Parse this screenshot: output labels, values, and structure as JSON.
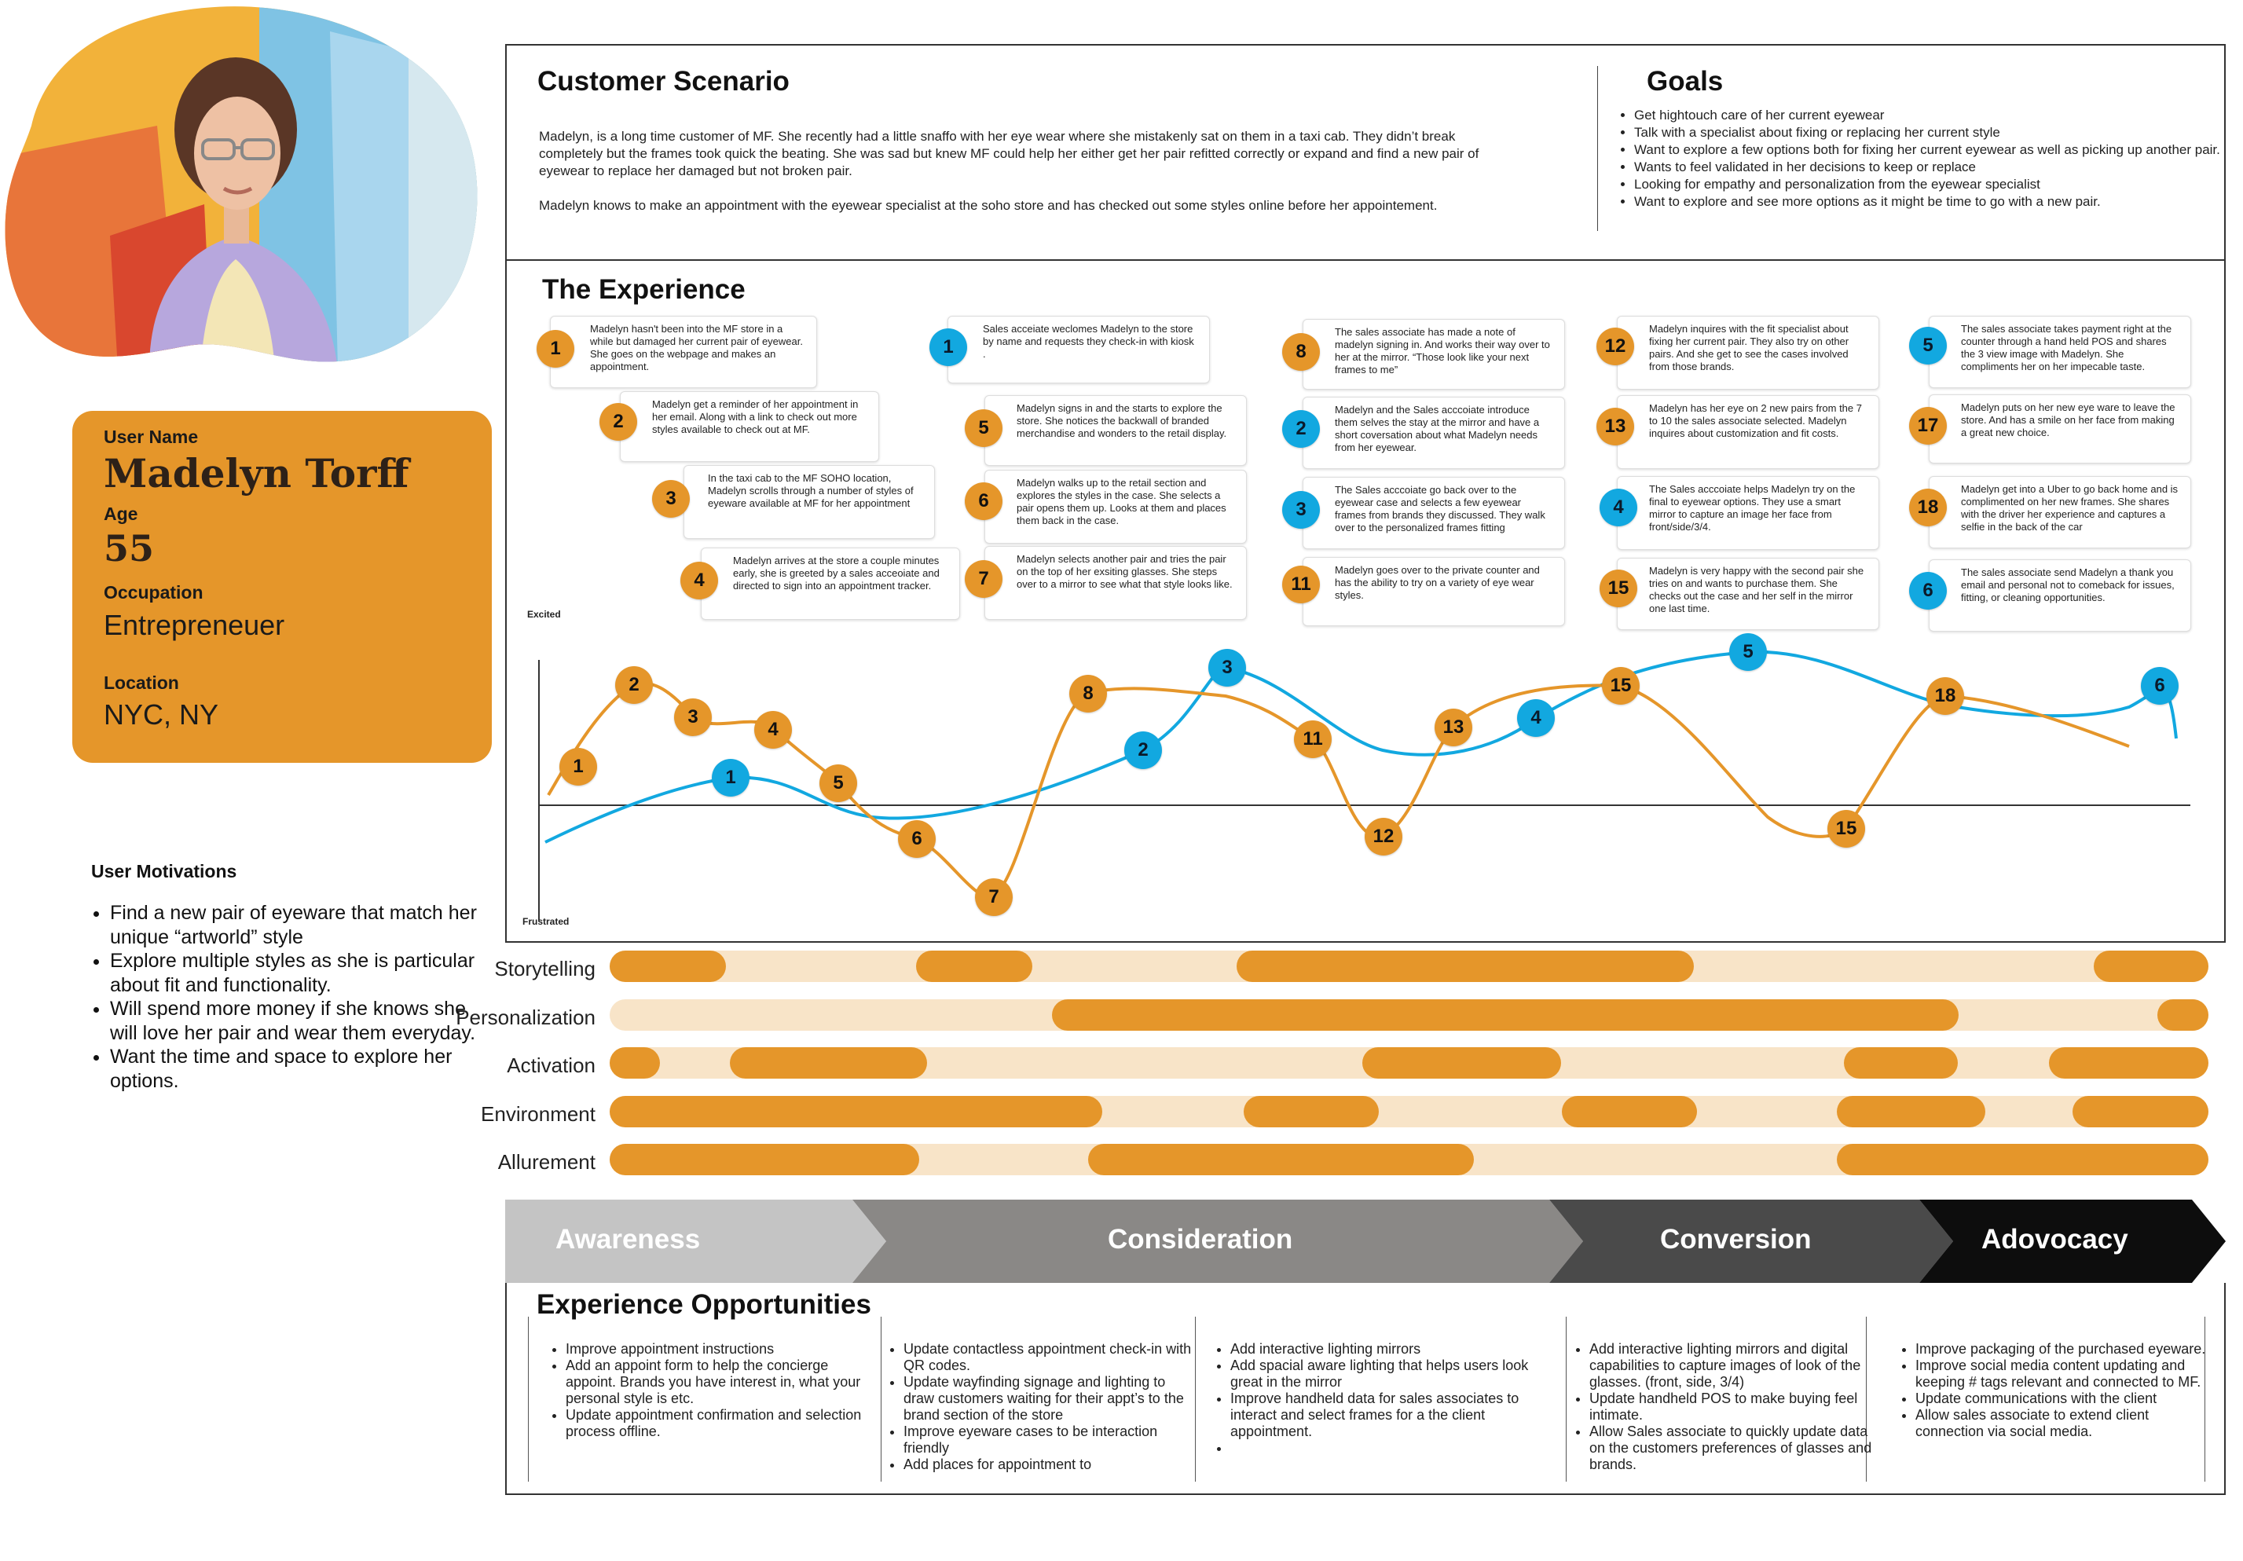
{
  "persona": {
    "name_label": "User Name",
    "name": "Madelyn Torff",
    "age_label": "Age",
    "age": "55",
    "occupation_label": "Occupation",
    "occupation": "Entrepreneuer",
    "location_label": "Location",
    "location": "NYC, NY"
  },
  "motivations": {
    "title": "User Motivations",
    "items": [
      "Find a new pair of eyeware that match her unique “artworld” style",
      "Explore multiple styles as she is particular about fit and functionality.",
      "Will spend more money if she knows she will love her pair and wear them everyday.",
      "Want the time and space to explore her options."
    ]
  },
  "scenario": {
    "title": "Customer Scenario",
    "p1": "Madelyn, is a long time customer of MF. She recently had a little snaffo with her eye wear where she mistakenly sat on them in a taxi cab. They didn’t break completely but the frames took quick the beating. She was sad but knew MF could help her either get her pair refitted correctly or expand and find a new pair of eyewear to replace her damaged but not broken pair.",
    "p2": "Madelyn knows to make an appointment with the eyewear specialist at the soho store and has checked out some styles online before her appointement."
  },
  "goals": {
    "title": "Goals",
    "items": [
      "Get hightouch care of her current eyewear",
      "Talk with a specialist about fixing or replacing her current style",
      "Want to explore a few options both for fixing her current eyewear as well as picking up another pair.",
      "Wants to feel validated in her decisions to keep or replace",
      "Looking for empathy and personalization from the eyewear specialist",
      "Want to explore and see more options as it might be time to go with a new pair."
    ]
  },
  "experience": {
    "title": "The Experience",
    "excited_label": "Excited",
    "frustrated_label": "Frustrated",
    "notes": [
      {
        "num": "1",
        "color": "orange",
        "text": "Madelyn hasn't been into the MF store in a while but damaged her current pair of eyewear. She goes on the webpage and makes an appointment."
      },
      {
        "num": "2",
        "color": "orange",
        "text": "Madelyn get a reminder of her appointment in her email.  Along with a link to check out more styles available to check out at MF."
      },
      {
        "num": "3",
        "color": "orange",
        "text": "In the taxi cab to the MF SOHO location, Madelyn scrolls through a number of styles of eyeware available at MF for her appointment"
      },
      {
        "num": "4",
        "color": "orange",
        "text": "Madelyn arrives at the store a couple minutes early, she is greeted by a sales acceoiate and directed to sign into an appointment tracker."
      },
      {
        "num": "1",
        "color": "blue",
        "text": "Sales acceiate weclomes Madelyn to the store by name and requests they check-in with kiosk ."
      },
      {
        "num": "5",
        "color": "orange",
        "text": "Madelyn signs in and the starts to explore the store. She notices the backwall of branded merchandise and wonders to the retail display."
      },
      {
        "num": "6",
        "color": "orange",
        "text": "Madelyn walks up to the retail section and explores the styles in the case. She selects a pair opens them up. Looks at them and places them back in the case."
      },
      {
        "num": "7",
        "color": "orange",
        "text": "Madelyn selects another pair and tries the pair on the top of her exsiting glasses. She steps over to a mirror to see what that style looks like."
      },
      {
        "num": "8",
        "color": "orange",
        "text": "The sales associate has made a note of madelyn signing in. And works their way over to her at the mirror. “Those look like your next frames to me”"
      },
      {
        "num": "2",
        "color": "blue",
        "text": "Madelyn and the Sales acccoiate introduce them selves the stay at the mirror and have a short coversation about what Madelyn needs from her eyewear."
      },
      {
        "num": "3",
        "color": "blue",
        "text": "The Sales acccoiate go back over to the eyewear case and selects a few eyewear frames from brands they discussed. They walk over to the personalized frames fitting"
      },
      {
        "num": "11",
        "color": "orange",
        "text": "Madelyn goes over to the private counter and has the ability to try on a variety of eye wear styles."
      },
      {
        "num": "12",
        "color": "orange",
        "text": "Madelyn inquires with the fit specialist about fixing her current pair. They also try on other pairs. And she get to see the cases involved from those brands."
      },
      {
        "num": "13",
        "color": "orange",
        "text": "Madelyn has her eye on 2 new pairs from the 7 to 10 the sales associate selected. Madelyn inquires about customization and fit costs."
      },
      {
        "num": "4",
        "color": "blue",
        "text": "The Sales acccoiate helps Madelyn try on the final to eyewear options. They use a smart mirror to capture an image her face from front/side/3/4."
      },
      {
        "num": "15",
        "color": "orange",
        "text": "Madelyn is very happy with the second pair she tries on and wants to purchase them. She checks out the case and her self in the mirror one last time."
      },
      {
        "num": "5",
        "color": "blue",
        "text": "The sales associate takes payment right at the counter through a hand held POS and shares the 3 view image with Madelyn. She compliments her on her impecable taste."
      },
      {
        "num": "17",
        "color": "orange",
        "text": "Madelyn puts on her new eye ware to leave the store. And has a smile on her face from making a great new choice."
      },
      {
        "num": "18",
        "color": "orange",
        "text": "Madelyn get into a Uber to go back home and is complimented on her new frames. She shares with the driver her experience and captures a selfie in the back of the car"
      },
      {
        "num": "6",
        "color": "blue",
        "text": "The sales associate send Madelyn a thank you email and personal not to comeback for issues, fitting, or cleaning opportunities."
      }
    ],
    "curve_points": [
      {
        "series": "customer",
        "num": "1"
      },
      {
        "series": "customer",
        "num": "2"
      },
      {
        "series": "customer",
        "num": "3"
      },
      {
        "series": "customer",
        "num": "4"
      },
      {
        "series": "customer",
        "num": "5"
      },
      {
        "series": "customer",
        "num": "6"
      },
      {
        "series": "customer",
        "num": "7"
      },
      {
        "series": "customer",
        "num": "8"
      },
      {
        "series": "customer",
        "num": "11"
      },
      {
        "series": "customer",
        "num": "12"
      },
      {
        "series": "customer",
        "num": "13"
      },
      {
        "series": "customer",
        "num": "15"
      },
      {
        "series": "customer",
        "num": "15"
      },
      {
        "series": "customer",
        "num": "18"
      },
      {
        "series": "associate",
        "num": "1"
      },
      {
        "series": "associate",
        "num": "2"
      },
      {
        "series": "associate",
        "num": "3"
      },
      {
        "series": "associate",
        "num": "4"
      },
      {
        "series": "associate",
        "num": "5"
      },
      {
        "series": "associate",
        "num": "6"
      }
    ]
  },
  "attributes": {
    "rows": [
      "Storytelling",
      "Personalization",
      "Activation",
      "Environment",
      "Allurement"
    ]
  },
  "stages": [
    "Awareness",
    "Consideration",
    "Conversion",
    "Adovocacy"
  ],
  "opportunities": {
    "title": "Experience Opportunities",
    "columns": [
      [
        "Improve appointment instructions",
        "Add an appoint form to help the concierge appoint. Brands you have interest in, what your personal style is etc.",
        "Update appointment confirmation and selection process offline."
      ],
      [
        "Update contactless appointment check-in with QR codes.",
        "Update wayfinding signage and lighting to draw customers waiting for their appt’s to the brand section of the store",
        "Improve eyeware cases to be interaction friendly",
        "Add places for appointment to"
      ],
      [
        "Add interactive lighting mirrors",
        "Add spacial aware lighting that helps users look great in the mirror",
        "Improve handheld data for sales associates to interact and select frames for a the client appointment.",
        ""
      ],
      [
        "Add interactive lighting mirrors and digital capabilities to capture images of look of the glasses. (front, side, 3/4)",
        "Update handheld POS to make buying feel intimate.",
        "Allow Sales associate to quickly update data on the customers preferences of glasses and brands."
      ],
      [
        "Improve packaging of the purchased eyeware.",
        "Improve social media content updating and keeping # tags relevant and connected to MF.",
        "Update communications with the client",
        "Allow sales associate to extend client connection via social media."
      ]
    ]
  },
  "colors": {
    "orange": "#e5962a",
    "light_orange": "#f8e4c8",
    "blue": "#12a8e0",
    "awareness": "#c4c4c4",
    "consideration": "#8a8886",
    "conversion": "#4a4a4a",
    "advocacy": "#0d0d0d"
  }
}
